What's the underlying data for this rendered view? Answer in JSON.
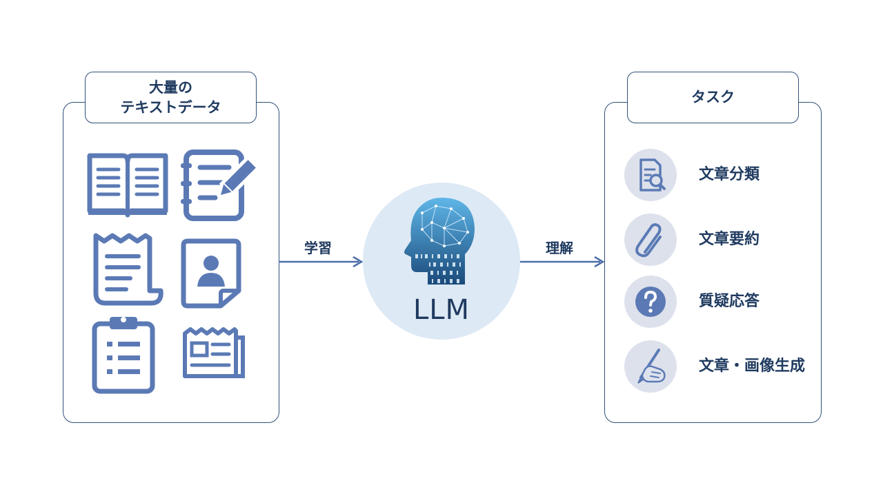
{
  "left_box": {
    "title_lines": [
      "大量の",
      "テキストデータ"
    ]
  },
  "right_box": {
    "title": "タスク"
  },
  "center": {
    "label": "LLM"
  },
  "arrows": {
    "learn": "学習",
    "understand": "理解"
  },
  "tasks": [
    {
      "label": "文章分類",
      "icon": "document-search-icon"
    },
    {
      "label": "文章要約",
      "icon": "paperclip-icon"
    },
    {
      "label": "質疑応答",
      "icon": "question-icon"
    },
    {
      "label": "文章・画像生成",
      "icon": "hand-writing-icon"
    }
  ],
  "colors": {
    "icon": "#5b7ab5",
    "line": "#2f4f78",
    "circle": "#dde9f5",
    "task_circle": "#dde1ec",
    "text": "#1f3a5f"
  }
}
